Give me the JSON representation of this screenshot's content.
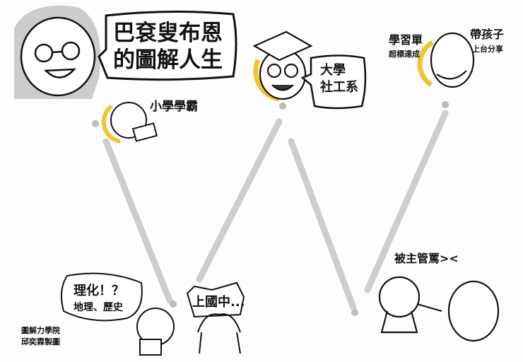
{
  "title": {
    "line1": "巴袞叟布恩",
    "line2": "的圖解人生"
  },
  "stages": {
    "elementary": "小學學霸",
    "junior_high": "上國中...",
    "junior_high_subjects": {
      "line1": "理化！？",
      "line2": "地理、歷史"
    },
    "university": {
      "line1": "大學",
      "line2": "社工系"
    },
    "worksheet": {
      "line1": "學習單",
      "line2": "超標達成"
    },
    "sharing": {
      "line1": "帶孩子",
      "line2": "上台分享"
    },
    "scolded": "被主管罵><"
  },
  "credits": {
    "line1": "圖解力學院",
    "line2": "邱奕霖製圖"
  },
  "colors": {
    "accent": "#f2c230",
    "line": "#c8c8c8",
    "ink": "#111111"
  }
}
